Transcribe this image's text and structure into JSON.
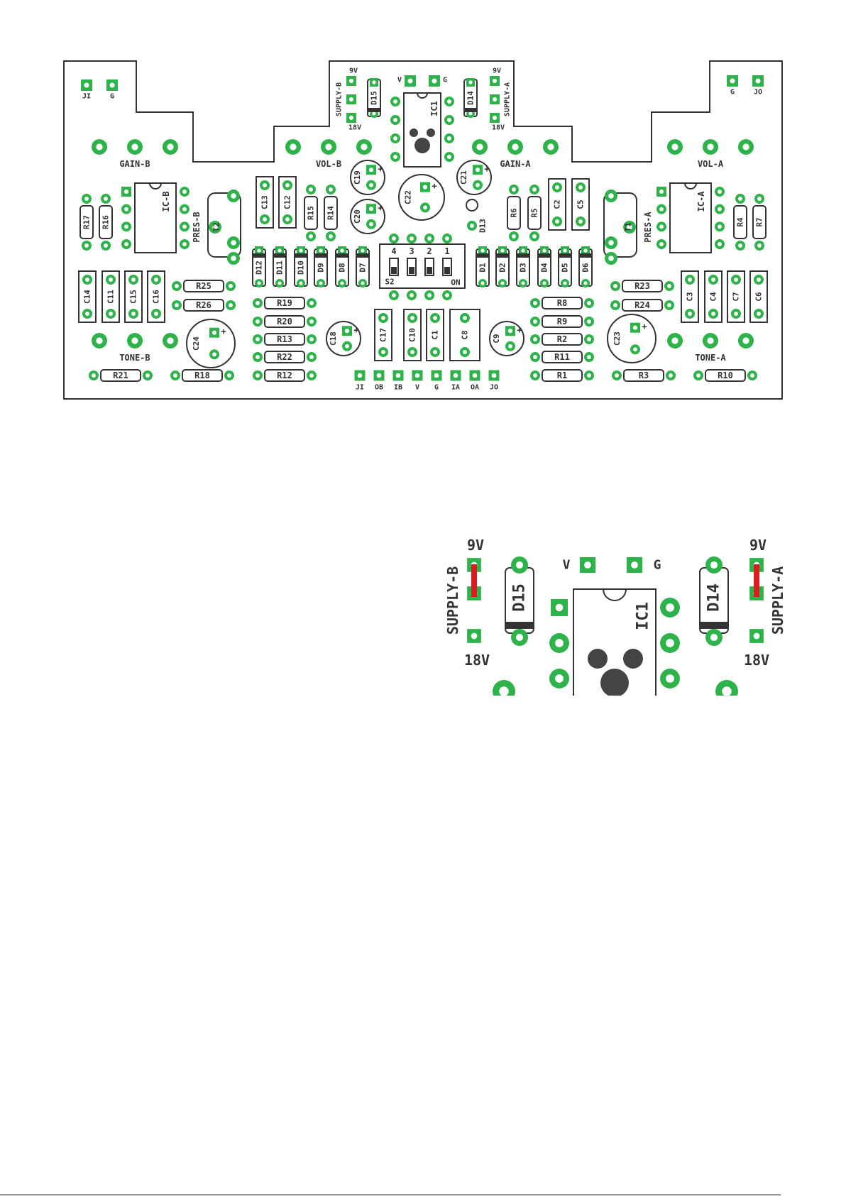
{
  "colors": {
    "pad": "#2db34a",
    "silk": "#333333",
    "jumper": "#d81e1e",
    "background": "#ffffff"
  },
  "corner_pads": [
    "JI",
    "G",
    "G",
    "JO"
  ],
  "supply_b": {
    "label": "SUPPLY-B",
    "top": "9V",
    "bottom": "18V"
  },
  "supply_a": {
    "label": "SUPPLY-A",
    "top": "9V",
    "bottom": "18V"
  },
  "power_pads": [
    "V",
    "G"
  ],
  "diodes": [
    "D15",
    "D14",
    "D12",
    "D11",
    "D10",
    "D9",
    "D8",
    "D7",
    "D1",
    "D2",
    "D3",
    "D4",
    "D5",
    "D6",
    "D13"
  ],
  "ics": [
    "IC1",
    "IC-B",
    "IC-A"
  ],
  "pots": [
    "GAIN-B",
    "VOL-B",
    "GAIN-A",
    "VOL-A",
    "TONE-B",
    "TONE-A"
  ],
  "trimmers": [
    {
      "name": "T2",
      "label": "PRES-B"
    },
    {
      "name": "T1",
      "label": "PRES-A"
    }
  ],
  "electrolytics": [
    "C19",
    "C20",
    "C21",
    "C22",
    "C18",
    "C9",
    "C24",
    "C23"
  ],
  "film_caps": [
    "C13",
    "C12",
    "C2",
    "C5",
    "C14",
    "C11",
    "C15",
    "C16",
    "C3",
    "C4",
    "C7",
    "C6",
    "C17",
    "C10",
    "C1",
    "C8"
  ],
  "resistors": [
    "R17",
    "R16",
    "R15",
    "R14",
    "R6",
    "R5",
    "R4",
    "R7",
    "R25",
    "R26",
    "R19",
    "R20",
    "R13",
    "R22",
    "R12",
    "R8",
    "R9",
    "R2",
    "R11",
    "R1",
    "R23",
    "R24",
    "R21",
    "R18",
    "R3",
    "R10"
  ],
  "dip_switch": {
    "name": "S2",
    "on_label": "ON",
    "positions": [
      "4",
      "3",
      "2",
      "1"
    ]
  },
  "bottom_pads": [
    "JI",
    "OB",
    "IB",
    "V",
    "G",
    "IA",
    "OA",
    "JO"
  ]
}
